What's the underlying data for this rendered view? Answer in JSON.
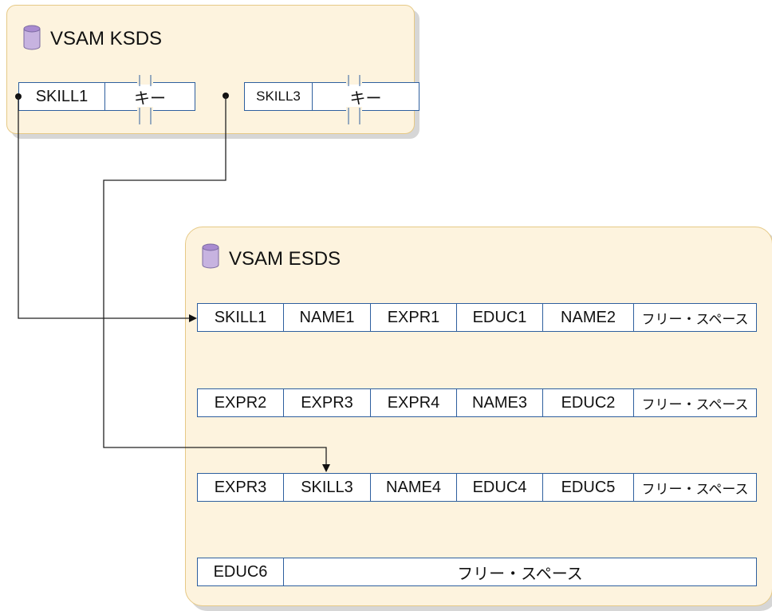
{
  "ksds": {
    "title": "VSAM KSDS",
    "entries": [
      {
        "name": "SKILL1",
        "key": "キー"
      },
      {
        "name": "SKILL3",
        "key": "キー"
      }
    ]
  },
  "esds": {
    "title": "VSAM ESDS",
    "records": [
      [
        "SKILL1",
        "NAME1",
        "EXPR1",
        "EDUC1",
        "NAME2",
        "フリー・スペース"
      ],
      [
        "EXPR2",
        "EXPR3",
        "EXPR4",
        "NAME3",
        "EDUC2",
        "フリー・スペース"
      ],
      [
        "EXPR3",
        "SKILL3",
        "NAME4",
        "EDUC4",
        "EDUC5",
        "フリー・スペース"
      ],
      [
        "EDUC6",
        "フリー・スペース"
      ]
    ]
  },
  "icon": "database-cylinder-icon",
  "colors": {
    "panel_fill": "#fdf3de",
    "panel_border": "#e6c986",
    "record_border": "#2e5f9e",
    "cylinder_fill": "#b9a3d6"
  }
}
